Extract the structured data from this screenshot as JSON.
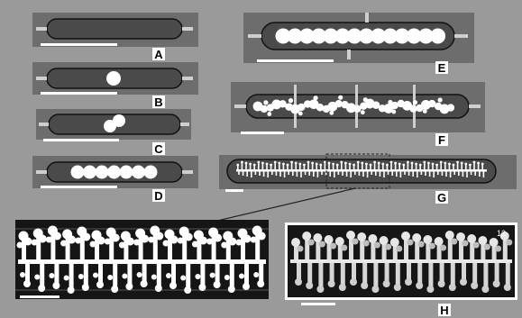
{
  "figure": {
    "background": "#9a9a9a",
    "panel_color": "#6d6d6d",
    "capsule_color": "#4a4a4a",
    "sphere_color": "#ffffff",
    "scale_bar_color": "#ffffff"
  },
  "panels": {
    "a": {
      "label": "A"
    },
    "b": {
      "label": "B"
    },
    "c": {
      "label": "C"
    },
    "d": {
      "label": "D"
    },
    "e": {
      "label": "E"
    },
    "f": {
      "label": "F"
    },
    "g": {
      "label": "G"
    },
    "h": {
      "label": "H",
      "corner_text": "12"
    }
  }
}
